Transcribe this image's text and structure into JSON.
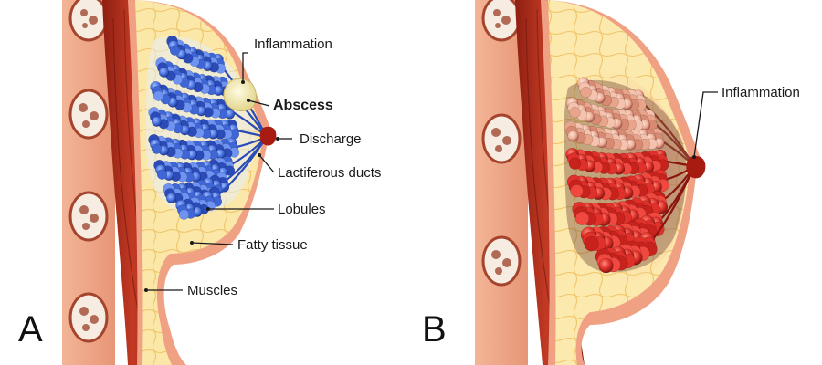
{
  "panels": [
    {
      "letter": "A",
      "labels": {
        "inflammation": "Inflammation",
        "abscess": "Abscess",
        "discharge": "Discharge",
        "lactiferous_ducts": "Lactiferous ducts",
        "lobules": "Lobules",
        "fatty_tissue": "Fatty tissue",
        "muscles": "Muscles"
      }
    },
    {
      "letter": "B",
      "labels": {
        "inflammation": "Inflammation"
      }
    }
  ],
  "colors": {
    "skin": "#eea98a",
    "skin_dark": "#d98a6a",
    "muscle": "#b8301f",
    "muscle_dark": "#8e1f12",
    "fat": "#fbe6a6",
    "fat_grid": "#f0c76a",
    "lobule_healthy": "#4a78e6",
    "lobule_healthy_dark": "#1f3fa0",
    "lobule_inflamed": "#e0302a",
    "lobule_inflamed_light": "#f1b8a3",
    "abscess": "#f4eec8",
    "nipple": "#a81b10"
  }
}
